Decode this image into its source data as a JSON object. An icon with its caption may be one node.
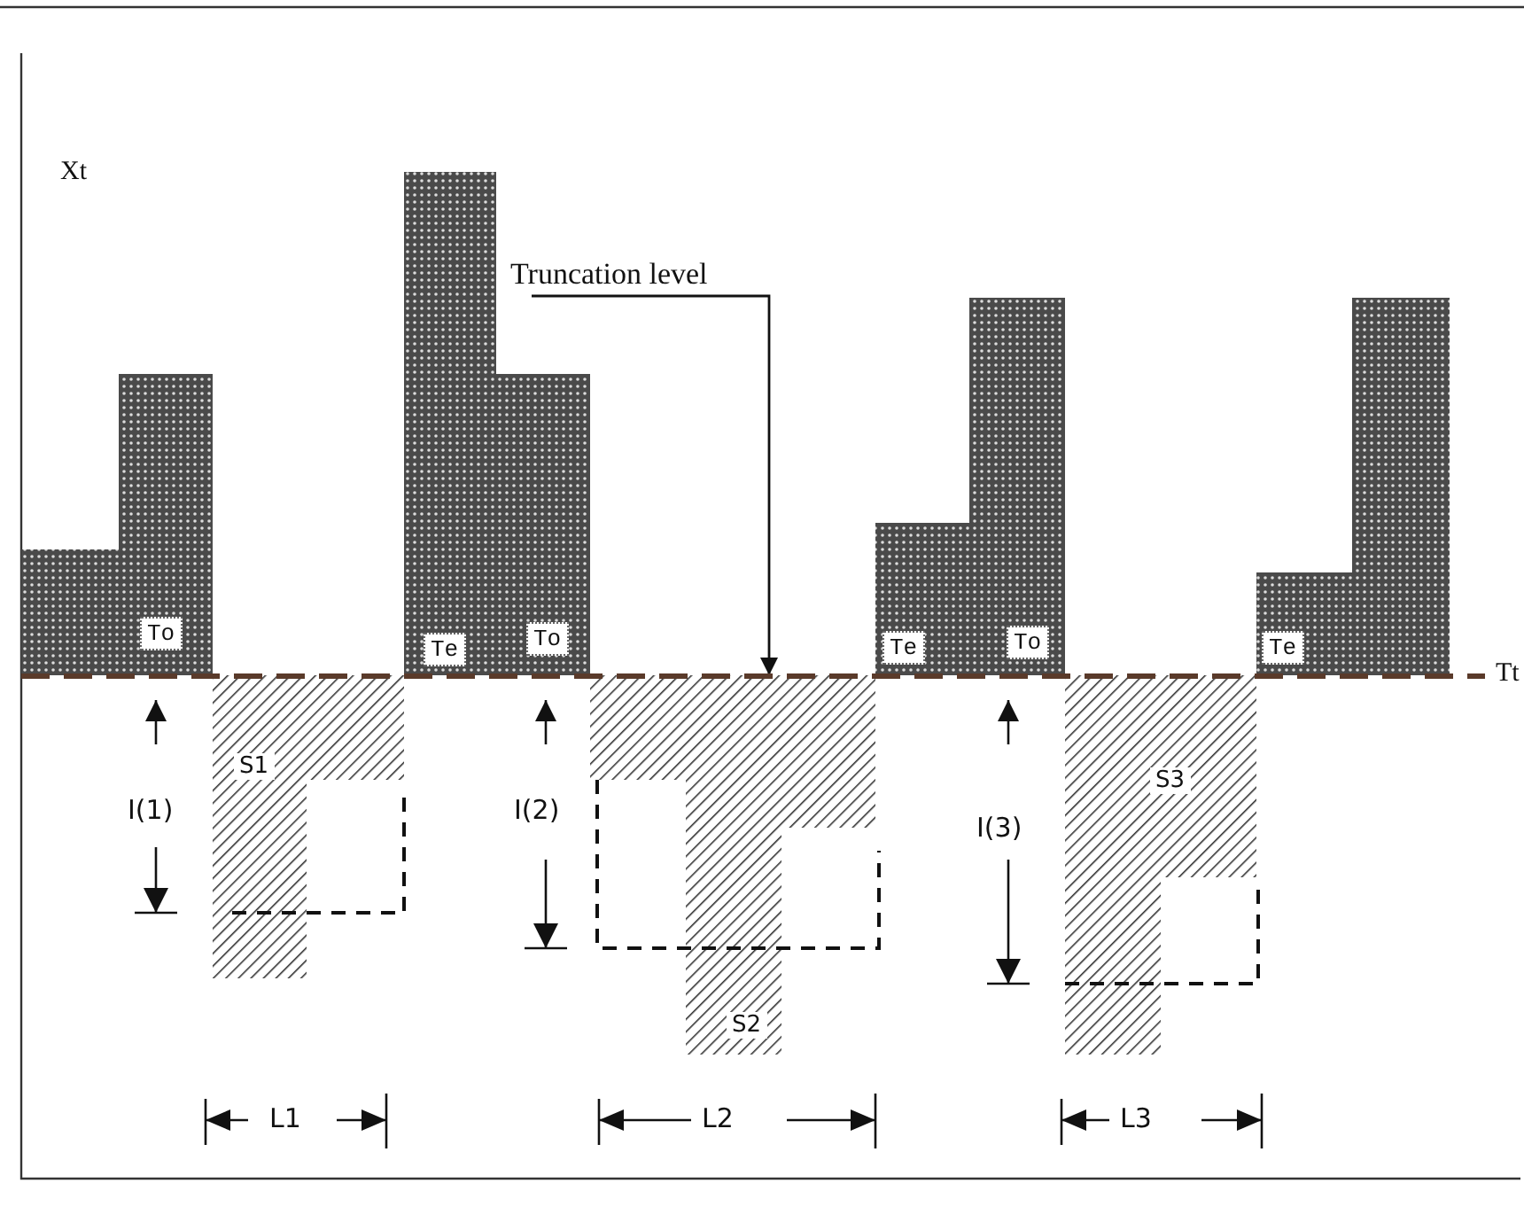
{
  "diagram": {
    "nodes": [
      {
        "text": [
          "Truncation level"
        ]
      },
      {
        "text": [],
        "shape": "line",
        "beside": [
          "Tt"
        ]
      }
    ],
    "edges": [
      {
        "from": 0,
        "to": 1,
        "arrow": "to"
      }
    ],
    "labels": [
      "Xt",
      "To",
      "Te",
      "To",
      "Te",
      "To",
      "Te",
      "I(1)",
      "S1",
      "I(2)",
      "I(3)",
      "S3",
      "S2",
      "L1",
      "L2",
      "L3"
    ]
  }
}
